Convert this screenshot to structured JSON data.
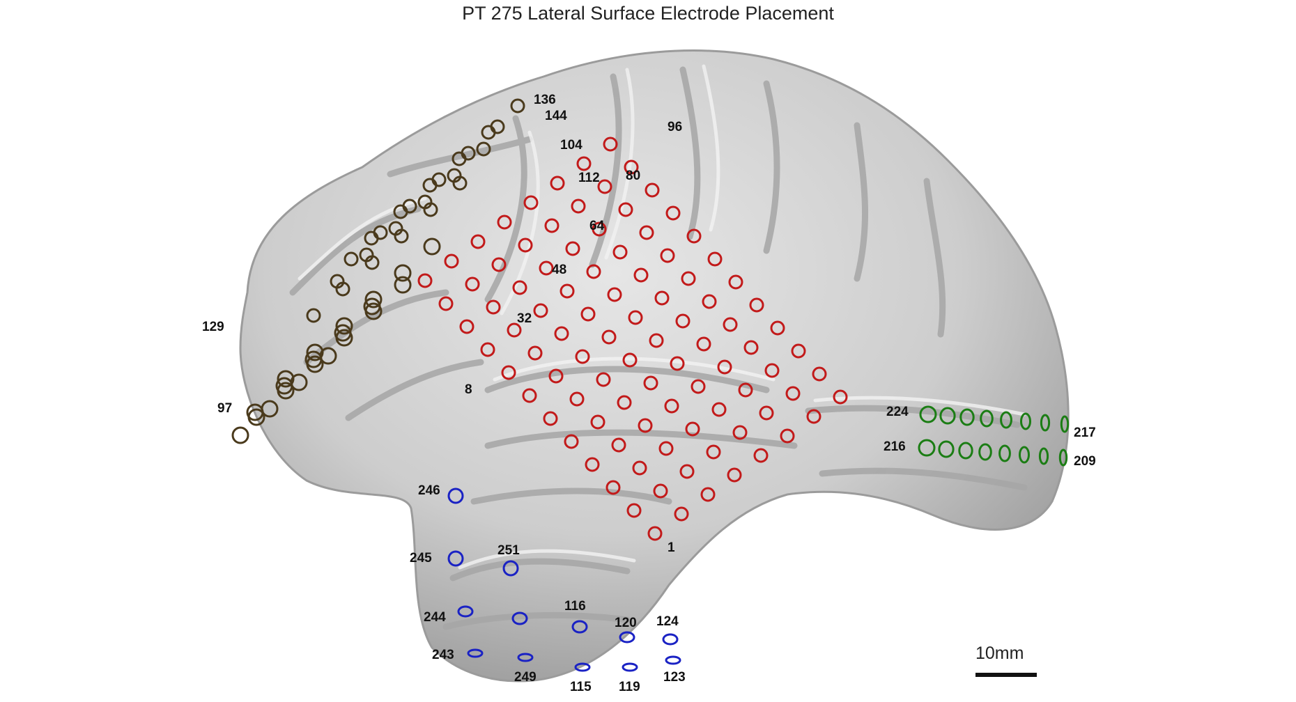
{
  "title": "PT 275 Lateral Surface Electrode Placement",
  "scale_bar": {
    "label": "10mm"
  },
  "colors": {
    "background": "#ffffff",
    "brain_surface": "#c9c9c9",
    "brain_shadow": "#8c8c8c",
    "grid_red": "#c21a1a",
    "frontal_brown": "#4a3a1c",
    "temporal_green": "#1b7d14",
    "inferior_blue": "#1a22c4"
  },
  "electrode_labels": {
    "red_grid": [
      "96",
      "80",
      "64",
      "48",
      "32",
      "8",
      "1"
    ],
    "frontal_strip": [
      "136",
      "144",
      "104",
      "112",
      "129",
      "97"
    ],
    "temporal_strip": [
      "224",
      "217",
      "216",
      "209"
    ],
    "inferior_strip": [
      "246",
      "245",
      "251",
      "244",
      "116",
      "120",
      "124",
      "243",
      "249",
      "115",
      "119",
      "123"
    ]
  }
}
